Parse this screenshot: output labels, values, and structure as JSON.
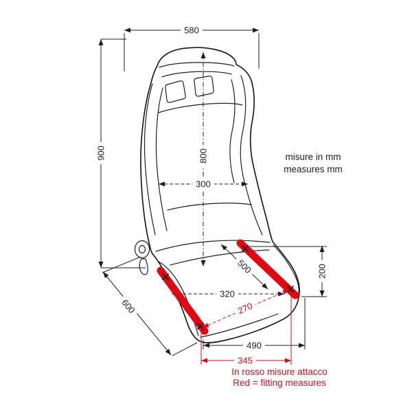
{
  "colors": {
    "ink": "#1d1d1b",
    "red": "#e30613"
  },
  "dims": {
    "overall_width": "580",
    "overall_height": "900",
    "backrest_length": "800",
    "backrest_width": "300",
    "seat_depth": "600",
    "rail_length": "500",
    "rear_height": "200",
    "cushion_width": "320",
    "rail_spacing": "270",
    "base_length": "490",
    "fitting_spacing": "345"
  },
  "notes": {
    "units_it": "misure in mm",
    "units_en": "measures mm",
    "fitting_it": "In rosso misure attacco",
    "fitting_en": "Red = fitting measures"
  }
}
